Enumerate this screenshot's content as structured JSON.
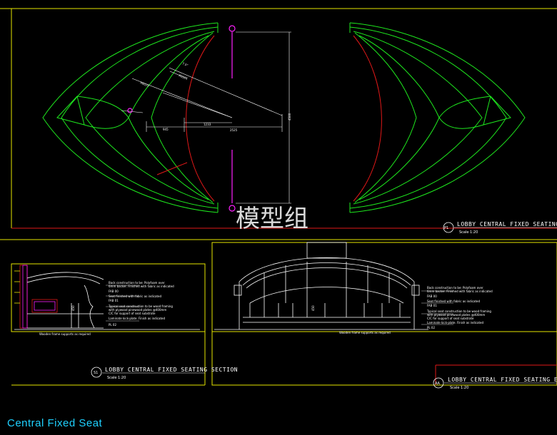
{
  "watermark": "模型组",
  "caption": "Central Fixed Seat",
  "colors": {
    "frame": "#e6e600",
    "green": "#1ee81e",
    "red": "#e01818",
    "magenta": "#ff20ff",
    "white": "#ffffff",
    "cyan": "#1fd0ff"
  },
  "plan": {
    "title": "LOBBY CENTRAL FIXED SEATING",
    "tag": "P1",
    "scale": "Scale 1:20",
    "dims": [
      "945",
      "1233",
      "2525",
      "4500",
      "R5525",
      "R6025",
      "7.5°"
    ]
  },
  "section": {
    "title": "LOBBY CENTRAL FIXED SEATING SECTION",
    "tag": "S1",
    "scale": "Scale 1:20",
    "notes": [
      "Back construction to be: Polyfoam over",
      "6mm backer. Finished with fabric as indicated",
      "FAB 00",
      "Seat finished with fabric as indicated",
      "FAB 01",
      "Typical seat construction to be wood framing",
      "with plywood pinewood plates @400mm",
      "C/C for support of seat substrate",
      "Laminate kick-plate. Finish as indicated",
      "PL 02"
    ],
    "footnote": "Wooden frame supports as required",
    "dim": "450"
  },
  "elevation": {
    "title": "LOBBY CENTRAL FIXED SEATING ELE",
    "tag": "AA",
    "scale": "Scale 1:20",
    "notes": [
      "Back construction to be: Polyfoam over",
      "6mm backer. Finished with fabric as indicated",
      "FAB 00",
      "Seat finished with fabric as indicated",
      "FAB 01",
      "Typical seat construction to be wood framing",
      "with plywood pinewood plates @400mm",
      "C/C for support of seat substrate",
      "Laminate kick-plate. Finish as indicated",
      "PL 02"
    ],
    "footnote": "Wooden frame supports as required",
    "dim": "450"
  }
}
